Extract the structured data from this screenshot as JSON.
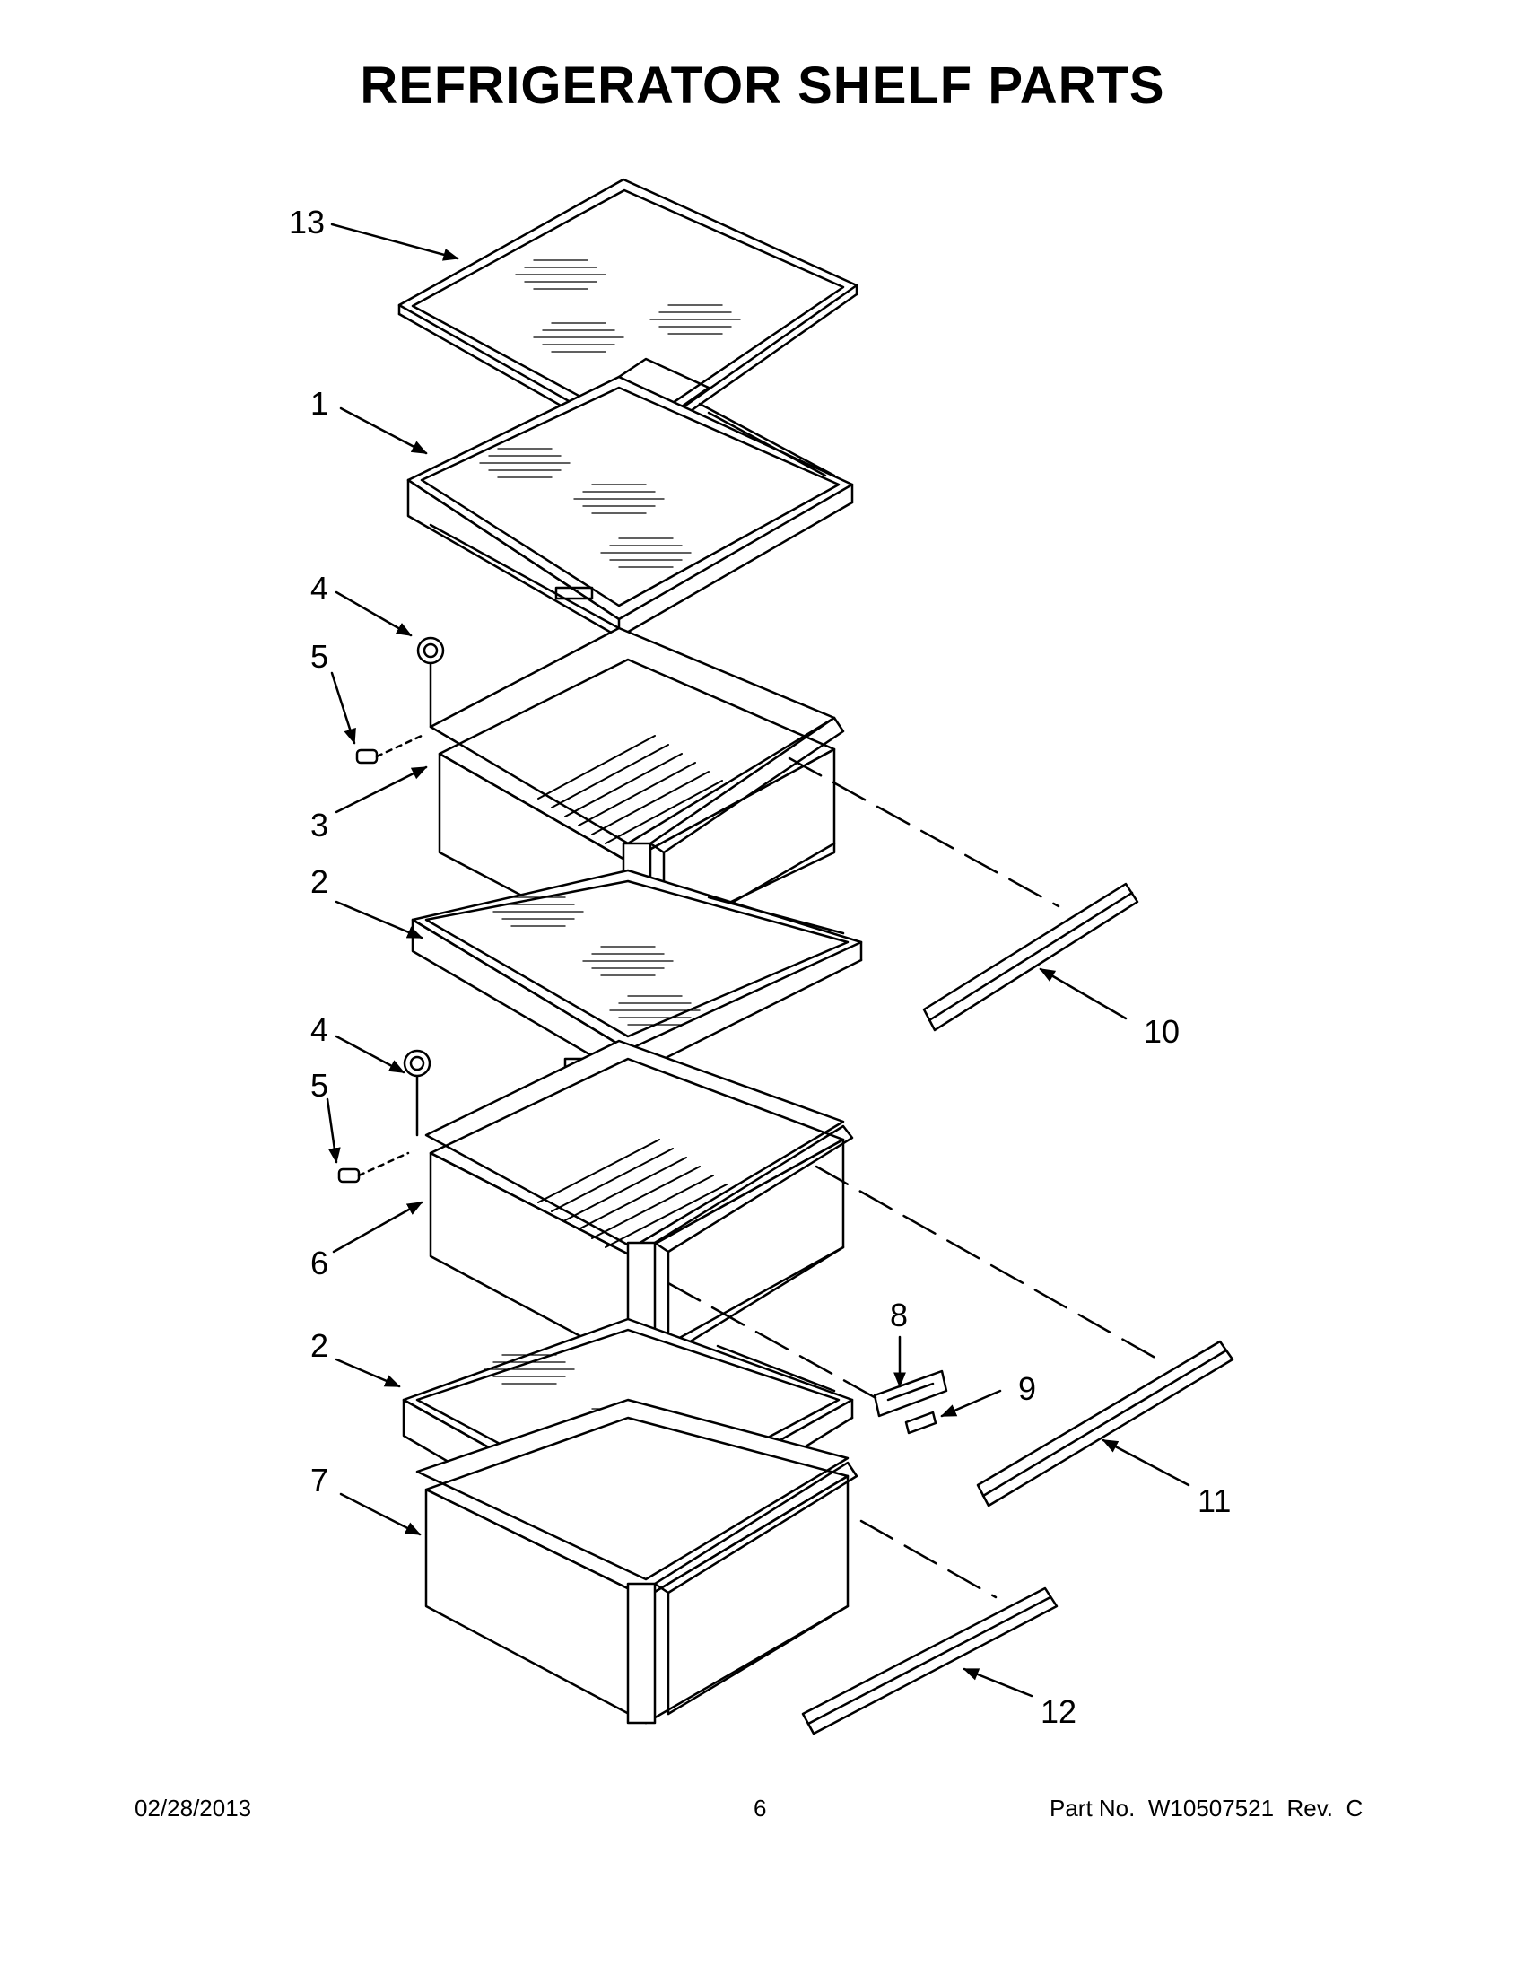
{
  "title": "REFRIGERATOR SHELF PARTS",
  "callouts": [
    {
      "id": "c13",
      "label": "13"
    },
    {
      "id": "c1",
      "label": "1"
    },
    {
      "id": "c4a",
      "label": "4"
    },
    {
      "id": "c5a",
      "label": "5"
    },
    {
      "id": "c3",
      "label": "3"
    },
    {
      "id": "c2a",
      "label": "2"
    },
    {
      "id": "c4b",
      "label": "4"
    },
    {
      "id": "c5b",
      "label": "5"
    },
    {
      "id": "c6",
      "label": "6"
    },
    {
      "id": "c2b",
      "label": "2"
    },
    {
      "id": "c7",
      "label": "7"
    },
    {
      "id": "c8",
      "label": "8"
    },
    {
      "id": "c9",
      "label": "9"
    },
    {
      "id": "c10",
      "label": "10"
    },
    {
      "id": "c11",
      "label": "11"
    },
    {
      "id": "c12",
      "label": "12"
    }
  ],
  "footer": {
    "date": "02/28/2013",
    "page": "6",
    "part": "Part No.  W10507521  Rev.  C"
  }
}
